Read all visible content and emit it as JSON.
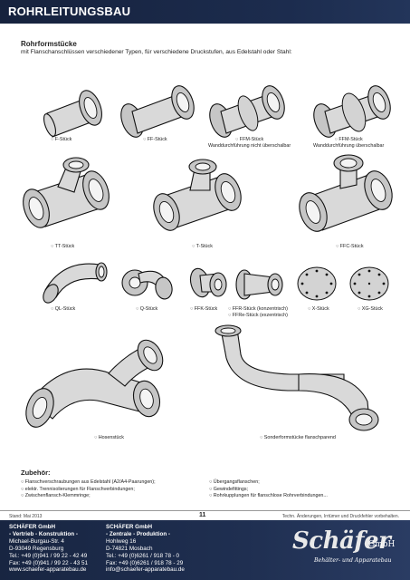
{
  "header": {
    "title": "ROHRLEITUNGSBAU"
  },
  "intro": {
    "title": "Rohrformstücke",
    "text": "mit Flanschanschlüssen verschiedener Typen, für verschiedene Druckstufen, aus Edelstahl oder Stahl:"
  },
  "bullet": "○",
  "captions": {
    "f": "F-Stück",
    "ff": "FF-Stück",
    "ffm1_a": "FFM-Stück",
    "ffm1_b": "Wanddurchführung nicht überschalbar",
    "ffm2_a": "FFM-Stück",
    "ffm2_b": "Wanddurchführung überschalbar",
    "tt": "TT-Stück",
    "t": "T-Stück",
    "ffc": "FFC-Stück",
    "ql": "QL-Stück",
    "q": "Q-Stück",
    "ffk": "FFK-Stück",
    "ffr_a": "FFR-Stück (konzentrisch)",
    "ffr_b": "FFRe-Stück (exzentrisch)",
    "x": "X-Stück",
    "xg": "XG-Stück",
    "hosen": "Hosenstück",
    "sonder": "Sonderformstücke flanschparend"
  },
  "zubehoer": {
    "title": "Zubehör:",
    "left": [
      "Flanschverschraubungen aus Edelstahl (A2/A4-Paarungen);",
      "elektr. Trennisolierungen für Flanschverbindungen;",
      "Zwischenflansch-Klemmringe;"
    ],
    "right": [
      "Übergangsflanschen;",
      "Gewindefittings;",
      "Rohrkupplungen für flanschlose Rohrverbindungen..."
    ]
  },
  "footer_line": {
    "stand": "Stand: Mai 2013",
    "page": "11",
    "tech": "Techn. Änderungen, Irrtümer und Druckfehler vorbehalten."
  },
  "footer": {
    "left": {
      "company": "SCHÄFER GmbH",
      "dept": "- Vertrieb - Konstruktion -",
      "street": "Michael-Burgau-Str. 4",
      "city": "D-93049 Regensburg",
      "tel": "Tel.: +49 (0)941 / 99 22 - 42 49",
      "fax": "Fax: +49 (0)941 / 99 22 - 43 51",
      "web": "www.schaefer-apparatebau.de"
    },
    "right": {
      "company": "SCHÄFER GmbH",
      "dept": "- Zentrale - Produktion -",
      "street": "Hohlweg 16",
      "city": "D-74821 Mosbach",
      "tel": "Tel.: +49 (0)6261 / 918 78 - 0",
      "fax": "Fax: +49 (0)6261 / 918 78 - 29",
      "mail": "info@schaefer-apparatebau.de"
    }
  },
  "logo": {
    "name": "Schäfer",
    "suffix": "GmbH",
    "tagline": "Behälter- und Apparatebau"
  }
}
